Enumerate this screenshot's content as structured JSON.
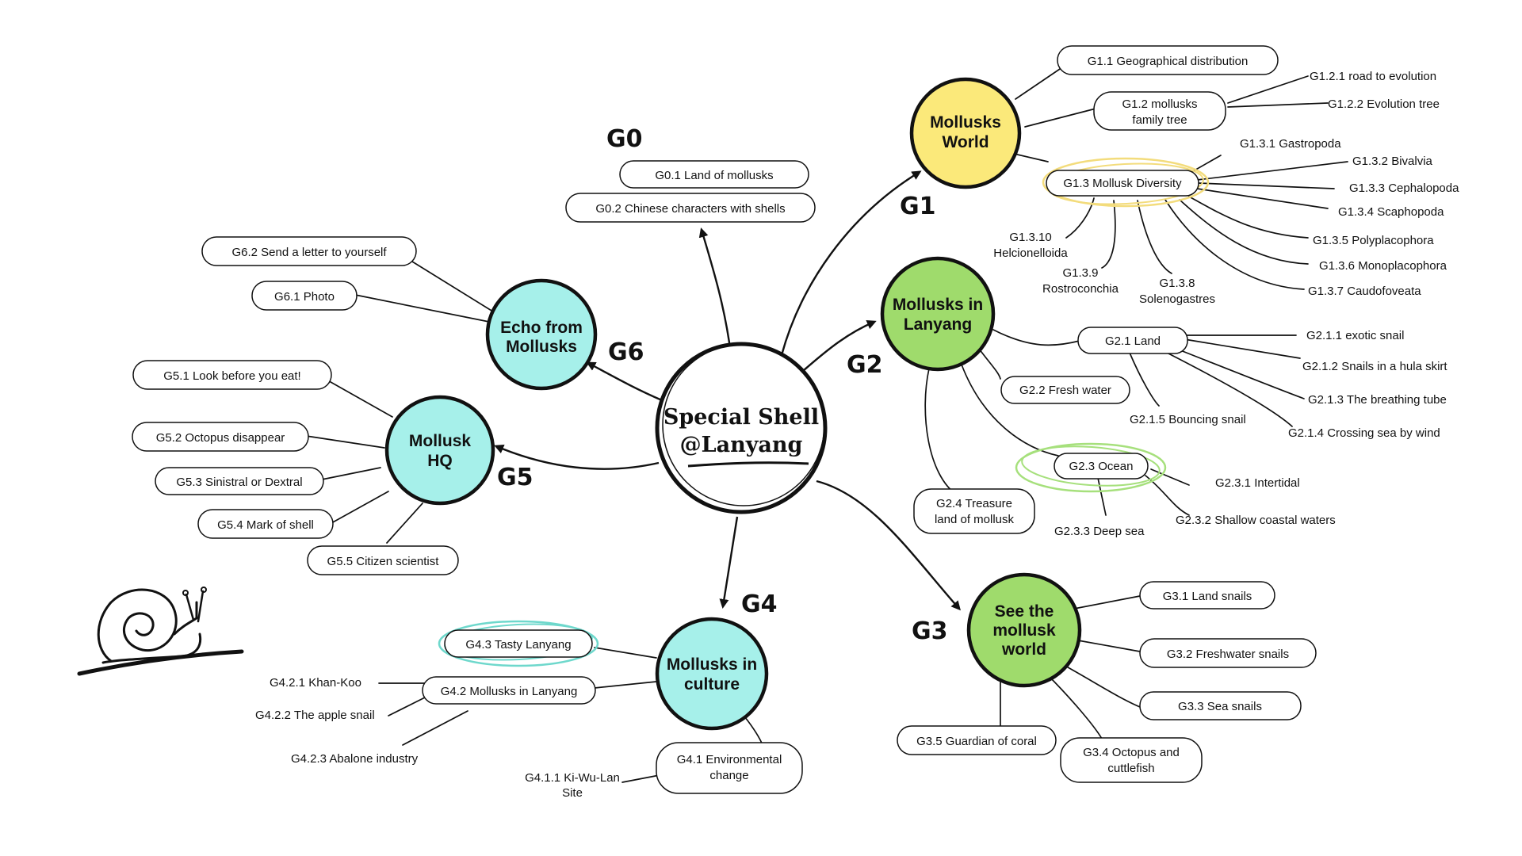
{
  "colors": {
    "yellow": "#fbe97a",
    "green": "#9fdb6c",
    "cyan": "#a6f0ea",
    "yellow_ring": "#f3dc7c",
    "green_ring": "#a6e07c",
    "cyan_ring": "#6ed8cc"
  },
  "center": {
    "line1": "Special Shell",
    "line2": "@Lanyang"
  },
  "icons": {
    "snail": "snail-icon"
  },
  "g0": {
    "tag": "G0",
    "n1": "G0.1 Land of mollusks",
    "n2": "G0.2 Chinese characters with shells"
  },
  "g1": {
    "tag": "G1",
    "title1": "Mollusks",
    "title2": "World",
    "n1": "G1.1 Geographical distribution",
    "n2a": "G1.2 mollusks",
    "n2b": "family tree",
    "n21": "G1.2.1  road to evolution",
    "n22": "G1.2.2 Evolution tree",
    "n3": "G1.3 Mollusk Diversity",
    "n31": "G1.3.1 Gastropoda",
    "n32": "G1.3.2 Bivalvia",
    "n33": "G1.3.3 Cephalopoda",
    "n34": "G1.3.4 Scaphopoda",
    "n35": "G1.3.5 Polyplacophora",
    "n36": "G1.3.6 Monoplacophora",
    "n37": "G1.3.7 Caudofoveata",
    "n38a": "G1.3.8",
    "n38b": "Solenogastres",
    "n39a": "G1.3.9",
    "n39b": "Rostroconchia",
    "n310a": "G1.3.10",
    "n310b": "Helcionelloida"
  },
  "g2": {
    "tag": "G2",
    "title1": "Mollusks in",
    "title2": "Lanyang",
    "n1": "G2.1 Land",
    "n11": "G2.1.1 exotic snail",
    "n12": "G2.1.2 Snails in a hula skirt",
    "n13": "G2.1.3 The breathing tube",
    "n14": "G2.1.4 Crossing sea by wind",
    "n15": "G2.1.5 Bouncing snail",
    "n2": "G2.2 Fresh water",
    "n3": "G2.3 Ocean",
    "n31": "G2.3.1 Intertidal",
    "n32": "G2.3.2 Shallow coastal waters",
    "n33": "G2.3.3 Deep sea",
    "n4a": "G2.4 Treasure",
    "n4b": "land of mollusk"
  },
  "g3": {
    "tag": "G3",
    "title1": "See the",
    "title2": "mollusk",
    "title3": "world",
    "n1": "G3.1 Land snails",
    "n2": "G3.2 Freshwater snails",
    "n3": "G3.3 Sea snails",
    "n4a": "G3.4 Octopus and",
    "n4b": "cuttlefish",
    "n5": "G3.5 Guardian of coral"
  },
  "g4": {
    "tag": "G4",
    "title1": "Mollusks in",
    "title2": "culture",
    "n1a": "G4.1 Environmental",
    "n1b": "change",
    "n11a": "G4.1.1 Ki-Wu-Lan",
    "n11b": "Site",
    "n2": "G4.2 Mollusks in Lanyang",
    "n21": "G4.2.1 Khan-Koo",
    "n22": "G4.2.2 The apple snail",
    "n23": "G4.2.3 Abalone industry",
    "n3": "G4.3 Tasty Lanyang"
  },
  "g5": {
    "tag": "G5",
    "title1": "Mollusk",
    "title2": "HQ",
    "n1": "G5.1 Look before you eat!",
    "n2": "G5.2 Octopus disappear",
    "n3": "G5.3 Sinistral or Dextral",
    "n4": "G5.4 Mark of shell",
    "n5": "G5.5 Citizen scientist"
  },
  "g6": {
    "tag": "G6",
    "title1": "Echo from",
    "title2": "Mollusks",
    "n1": "G6.1 Photo",
    "n2": "G6.2 Send a letter to yourself"
  }
}
